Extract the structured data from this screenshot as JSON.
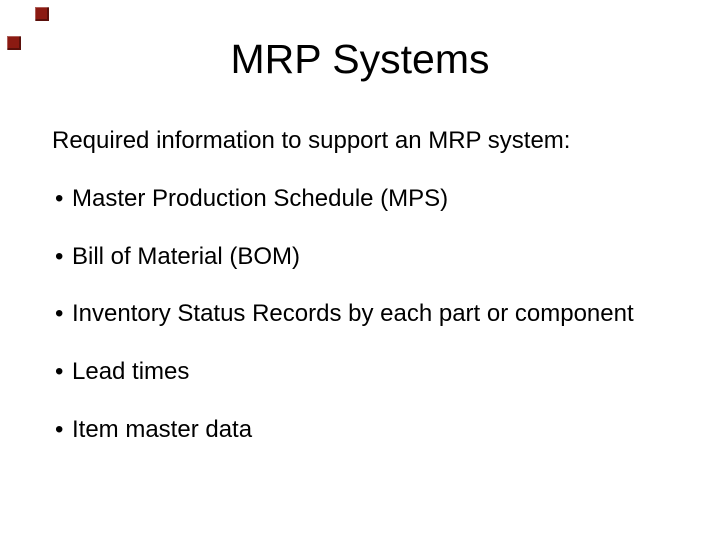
{
  "slide": {
    "title": "MRP Systems",
    "intro": "Required information to support an MRP system:",
    "bullet_char": "•",
    "bullets": [
      "Master Production Schedule (MPS)",
      "Bill of Material (BOM)",
      "Inventory Status Records by each part or component",
      "Lead times",
      "Item master data"
    ],
    "colors": {
      "background": "#ffffff",
      "text": "#000000",
      "accent_square": "#8b1a12"
    }
  }
}
